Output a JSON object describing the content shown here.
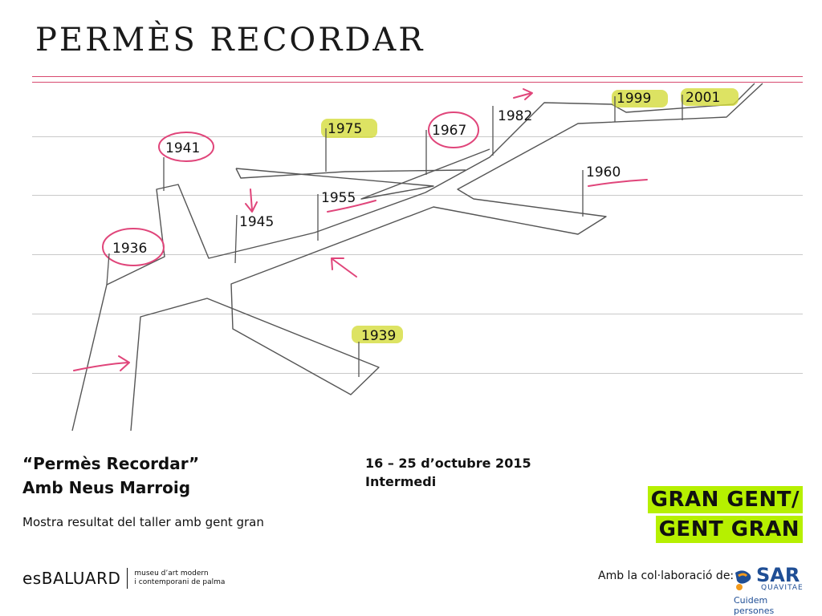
{
  "header": {
    "title": "PERMÈS RECORDAR"
  },
  "timeline": {
    "years": [
      "1936",
      "1939",
      "1941",
      "1945",
      "1955",
      "1960",
      "1967",
      "1975",
      "1982",
      "1999",
      "2001"
    ],
    "circled_years": [
      "1936",
      "1941",
      "1967"
    ],
    "highlighted_years": [
      "1939",
      "1975",
      "1999",
      "2001"
    ],
    "underlined_years": [
      "1955",
      "1960"
    ],
    "accent_color": "#e0457a",
    "highlight_color": "#d4dc3c"
  },
  "event": {
    "title": "“Permès Recordar”",
    "subtitle": "Amb Neus Marroig",
    "description": "Mostra resultat del taller amb gent gran",
    "dates": "16 – 25 d’octubre 2015",
    "venue": "Intermedi"
  },
  "campaign": {
    "line1": "GRAN GENT/",
    "line2": "GENT GRAN",
    "highlight_color": "#b6f000"
  },
  "footer": {
    "museum_logo_word": "esBALUARD",
    "museum_line1": "museu d’art modern",
    "museum_line2": "i contemporani de palma",
    "collab_label": "Amb la col·laboració de:",
    "partner_name": "SAR",
    "partner_sub": "QUAVITAE",
    "partner_tagline": "Cuidem persones"
  }
}
